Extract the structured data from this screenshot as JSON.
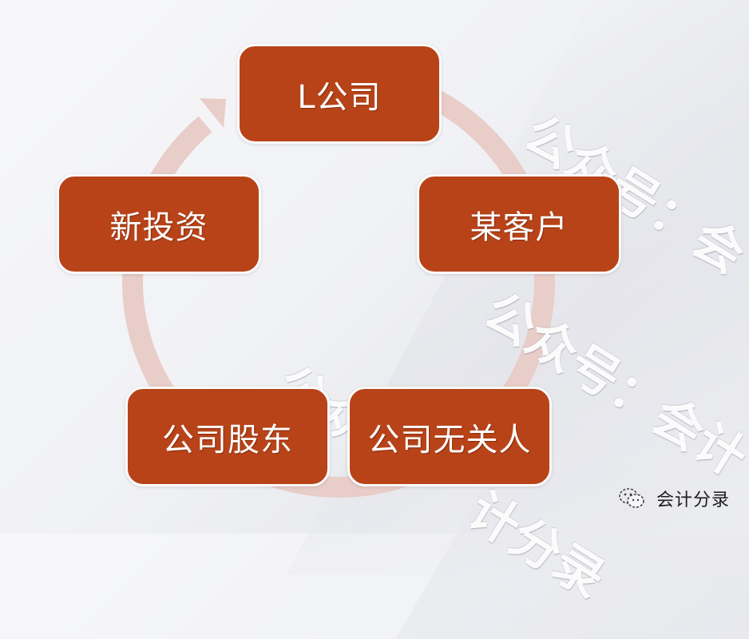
{
  "diagram": {
    "type": "cycle",
    "nodes": [
      {
        "id": "l-company",
        "label": "L公司"
      },
      {
        "id": "client",
        "label": "某客户"
      },
      {
        "id": "unrelated-party",
        "label": "公司无关人"
      },
      {
        "id": "shareholder",
        "label": "公司股东"
      },
      {
        "id": "new-investment",
        "label": "新投资"
      }
    ],
    "flow": [
      "L公司",
      "某客户",
      "公司无关人",
      "公司股东",
      "新投资",
      "L公司"
    ],
    "colors": {
      "node_fill": "#b84318",
      "node_text": "#ffffff",
      "ring": "#e8cdc8",
      "background": "#f3f4f6"
    }
  },
  "watermark": {
    "text_1": "公众号：会",
    "text_2": "公众号：会计",
    "text_3": "公众",
    "text_4": "计分录"
  },
  "brand": {
    "icon": "wechat-icon",
    "label": "会计分录"
  }
}
